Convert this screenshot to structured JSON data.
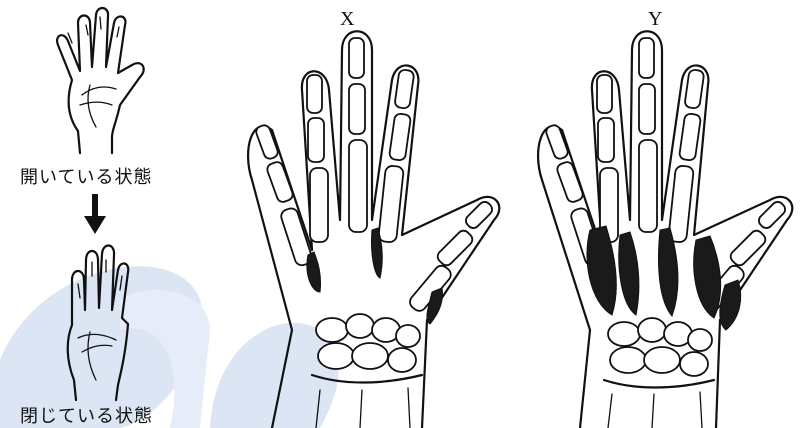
{
  "figure": {
    "open_label": "開いている状態",
    "closed_label": "閉じている状態",
    "hand_x_label": "X",
    "hand_y_label": "Y"
  },
  "icons": {
    "arrow": "down-arrow-icon"
  },
  "colors": {
    "ink": "#111111",
    "watermark": "#dbe5f3"
  }
}
